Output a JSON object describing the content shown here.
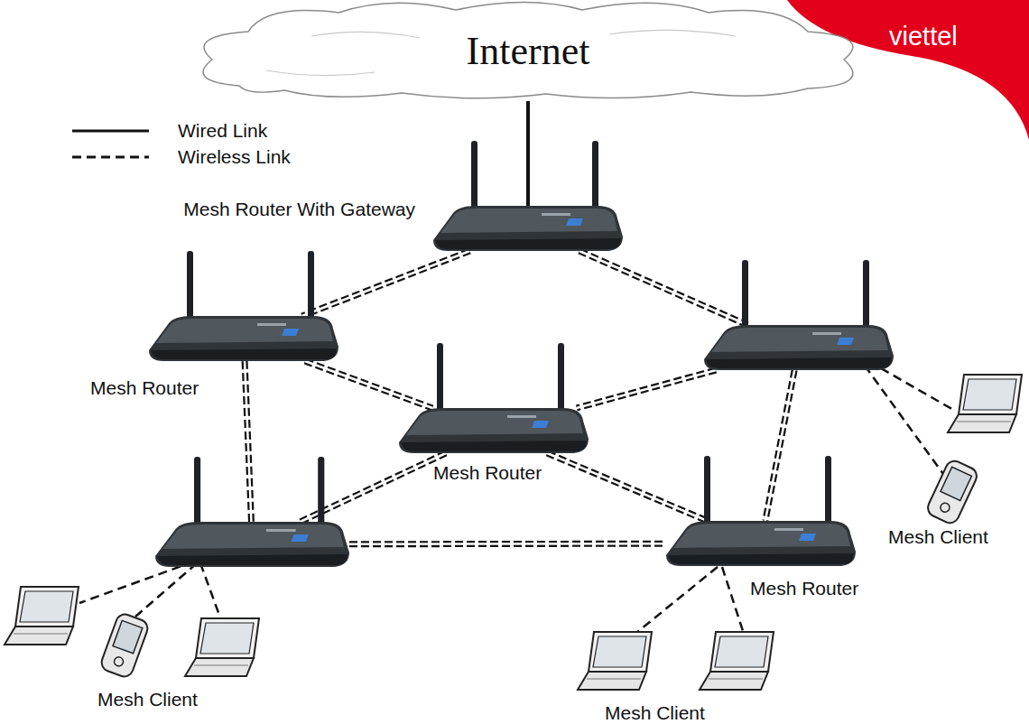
{
  "diagram": {
    "nodes": [
      {
        "text": [
          "Internet"
        ]
      },
      {
        "text": [
          "Mesh Router With Gateway"
        ]
      },
      {
        "text": [
          "Mesh Router"
        ]
      },
      {
        "text": []
      },
      {
        "text": [
          "Mesh Router"
        ]
      },
      {
        "text": []
      },
      {
        "text": [
          "Mesh Router"
        ]
      }
    ],
    "edges": [
      {
        "from": 0,
        "to": 1,
        "arrow": "none"
      },
      {
        "from": 1,
        "to": 2,
        "arrow": "none"
      },
      {
        "from": 1,
        "to": 3,
        "arrow": "none"
      },
      {
        "from": 2,
        "to": 4,
        "arrow": "none"
      },
      {
        "from": 3,
        "to": 4,
        "arrow": "none"
      },
      {
        "from": 2,
        "to": 5,
        "arrow": "none"
      },
      {
        "from": 3,
        "to": 6,
        "arrow": "none"
      },
      {
        "from": 4,
        "to": 5,
        "arrow": "none"
      },
      {
        "from": 4,
        "to": 6,
        "arrow": "none"
      },
      {
        "from": 5,
        "to": 6,
        "arrow": "none"
      }
    ],
    "labels": [
      "Mesh Client",
      "Mesh Client",
      "Mesh Client",
      "viettel"
    ],
    "legend": [
      {
        "text": "Wired Link"
      },
      {
        "text": "Wireless Link"
      }
    ]
  }
}
